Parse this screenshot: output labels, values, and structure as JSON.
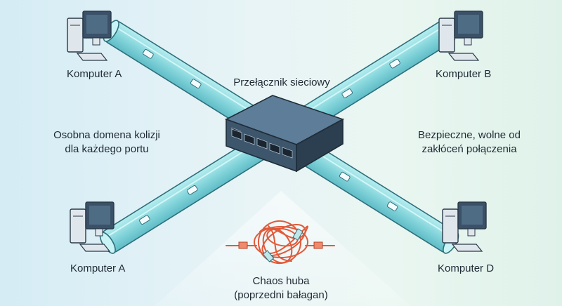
{
  "labels": {
    "computer_a_top": "Komputer A",
    "computer_b": "Komputer B",
    "computer_a_bottom": "Komputer A",
    "computer_d": "Komputer D",
    "switch_title": "Przełącznik sieciowy",
    "left_note_line1": "Osobna domena kolizji",
    "left_note_line2": "dla każdego portu",
    "right_note_line1": "Bezpieczne, wolne od",
    "right_note_line2": "zakłóceń połączenia",
    "hub_line1": "Chaos huba",
    "hub_line2": "(poprzedni bałagan)"
  },
  "colors": {
    "tube": "#8fdde0",
    "tube_edge": "#2e6f7c",
    "switch_top": "#4f6e88",
    "switch_side": "#2f4457",
    "hub_cable": "#e05a3a"
  },
  "icons": [
    "computer-icon",
    "network-switch-icon",
    "tangled-cable-icon"
  ]
}
